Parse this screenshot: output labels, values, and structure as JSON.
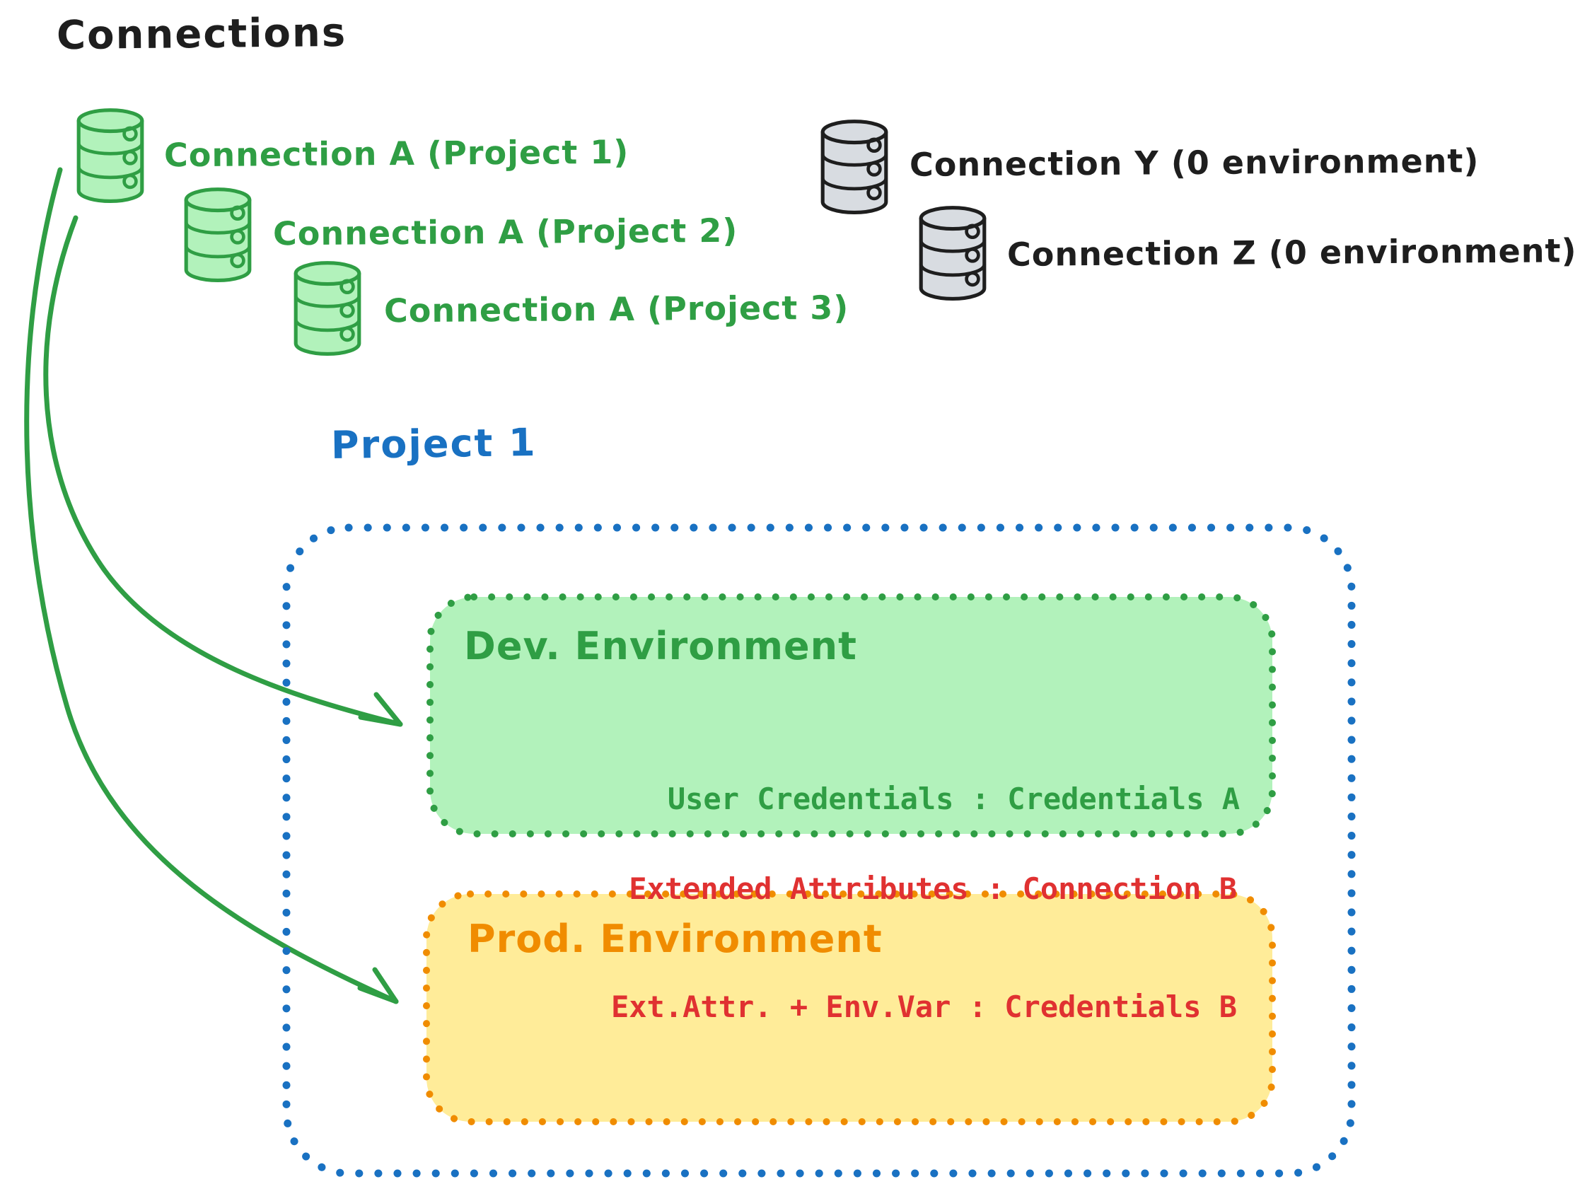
{
  "title": "Connections",
  "colors": {
    "ink_black": "#1e1e1e",
    "green_stroke": "#2f9e44",
    "green_fill": "#b2f2bb",
    "gray_fill": "#d8dce1",
    "blue": "#1971c2",
    "orange": "#f08c00",
    "yellow_fill": "#ffec99",
    "red": "#e03131"
  },
  "connections": {
    "green": [
      {
        "label": "Connection A (Project 1)"
      },
      {
        "label": "Connection A (Project 2)"
      },
      {
        "label": "Connection A (Project 3)"
      }
    ],
    "gray": [
      {
        "label": "Connection Y (0 environment)"
      },
      {
        "label": "Connection Z (0 environment)"
      }
    ]
  },
  "project": {
    "title": "Project 1",
    "environments": [
      {
        "name": "Dev. Environment",
        "lines": [
          "User Credentials : Credentials A"
        ]
      },
      {
        "name": "Prod. Environment",
        "lines": [
          "Extended Attributes : Connection B",
          "Ext.Attr. + Env.Var : Credentials B"
        ]
      }
    ]
  }
}
